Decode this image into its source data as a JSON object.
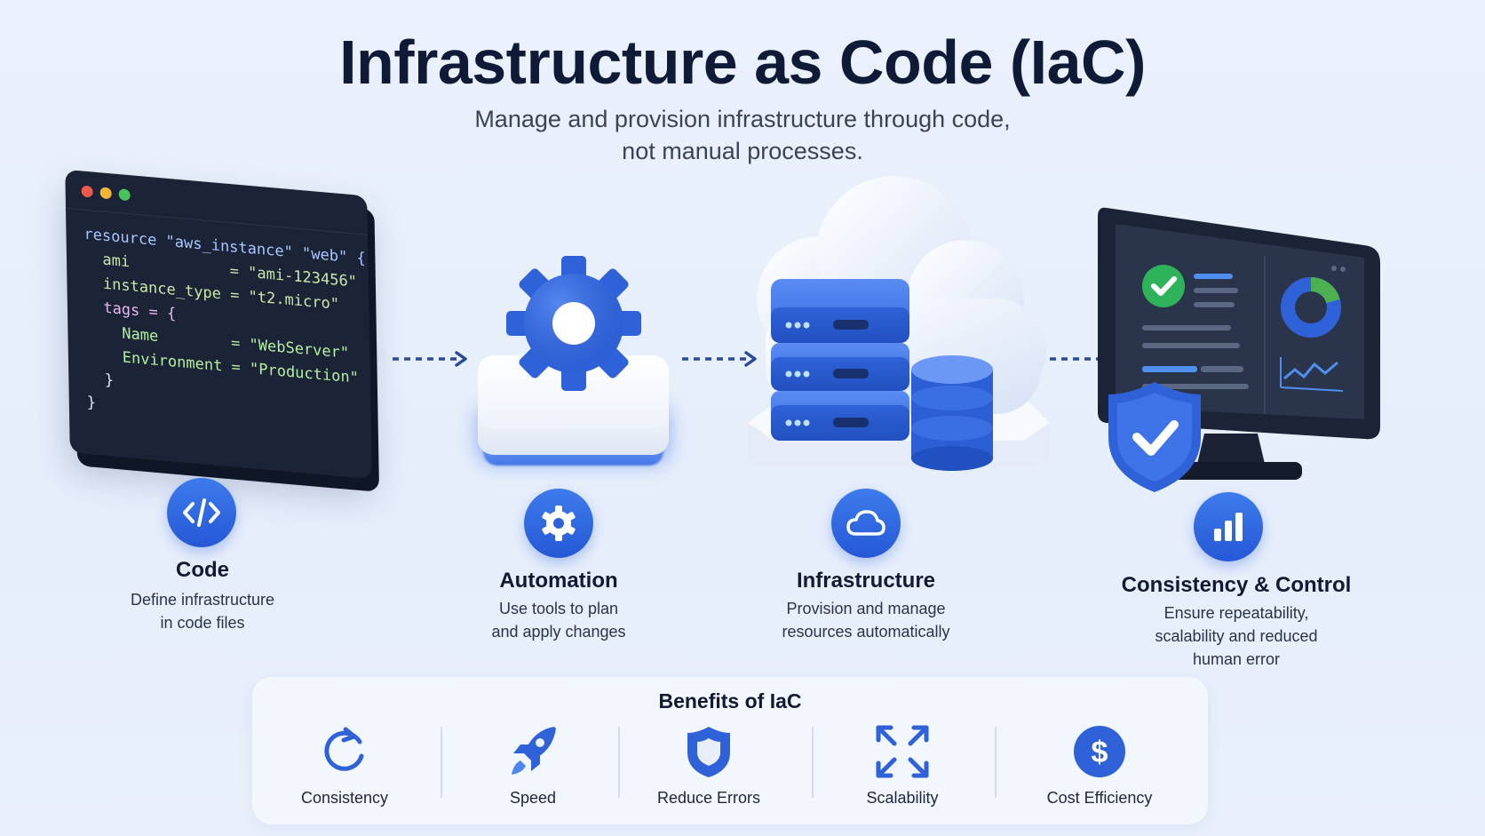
{
  "header": {
    "title": "Infrastructure as Code (IaC)",
    "subtitle_line1": "Manage and provision infrastructure through code,",
    "subtitle_line2": "not manual processes."
  },
  "code_snippet": [
    "resource \"aws_instance\" \"web\" {",
    "  ami           = \"ami-123456\"",
    "  instance_type = \"t2.micro\"",
    "  tags = {",
    "    Name        = \"WebServer\"",
    "    Environment = \"Production\"",
    "  }",
    "}"
  ],
  "stages": [
    {
      "title": "Code",
      "desc_line1": "Define infrastructure",
      "desc_line2": "in code files",
      "icon": "code-icon"
    },
    {
      "title": "Automation",
      "desc_line1": "Use tools to plan",
      "desc_line2": "and apply changes",
      "icon": "gear-icon"
    },
    {
      "title": "Infrastructure",
      "desc_line1": "Provision and manage",
      "desc_line2": "resources automatically",
      "icon": "cloud-icon"
    },
    {
      "title": "Consistency & Control",
      "desc_line1": "Ensure repeatability,",
      "desc_line2": "scalability and reduced",
      "desc_line3": "human error",
      "icon": "bar-chart-icon"
    }
  ],
  "benefits": {
    "title": "Benefits of IaC",
    "items": [
      {
        "label": "Consistency",
        "icon": "refresh-icon"
      },
      {
        "label": "Speed",
        "icon": "rocket-icon"
      },
      {
        "label": "Reduce Errors",
        "icon": "shield-icon"
      },
      {
        "label": "Scalability",
        "icon": "expand-arrows-icon"
      },
      {
        "label": "Cost Efficiency",
        "icon": "dollar-icon"
      }
    ]
  },
  "colors": {
    "accent": "#2f66dd",
    "background": "#e8f0fb",
    "dark": "#1b2336",
    "success": "#2fb35a"
  }
}
